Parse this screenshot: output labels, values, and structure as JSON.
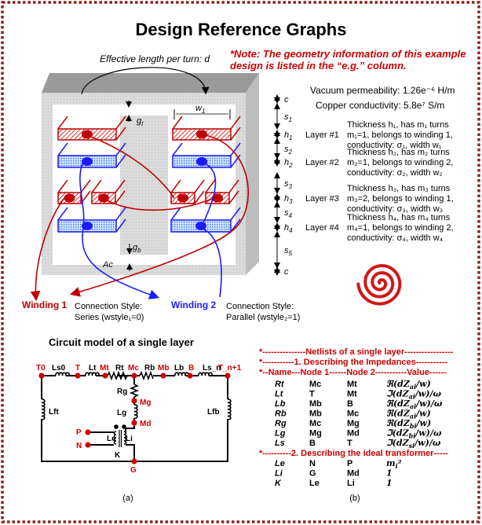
{
  "title": "Design Reference Graphs",
  "note": {
    "line1": "*Note: The geometry information of this example",
    "line2": "design is listed in the “e.g.” column."
  },
  "effective_length": "Effective length per turn: d",
  "constants": {
    "vacuum": "Vacuum permeability: 1.26e⁻⁶ H/m",
    "copper": "Copper conductivity: 5.8e⁷ S/m"
  },
  "core_labels": {
    "gt": {
      "base": "g",
      "sub": "t"
    },
    "gb": {
      "base": "g",
      "sub": "b"
    },
    "ac": "Ac",
    "w1": {
      "base": "w",
      "sub": "1"
    }
  },
  "dimensions": [
    {
      "base": "c",
      "sub": ""
    },
    {
      "base": "s",
      "sub": "1"
    },
    {
      "base": "h",
      "sub": "1"
    },
    {
      "base": "s",
      "sub": "2"
    },
    {
      "base": "h",
      "sub": "2"
    },
    {
      "base": "s",
      "sub": "3"
    },
    {
      "base": "h",
      "sub": "3"
    },
    {
      "base": "s",
      "sub": "4"
    },
    {
      "base": "h",
      "sub": "4"
    },
    {
      "base": "s",
      "sub": "5"
    },
    {
      "base": "c",
      "sub": ""
    }
  ],
  "layers": [
    {
      "name": "Layer #1",
      "lines": [
        "Thickness h₁, has m₁ turns",
        "m₁=1, belongs to winding 1,",
        "conductivity: σ₁, width w₁"
      ]
    },
    {
      "name": "Layer #2",
      "lines": [
        "Thickness h₂, has m₂ turns",
        "m₂=1, belongs to winding 2,",
        "conductivity: σ₂, width w₂"
      ]
    },
    {
      "name": "Layer #3",
      "lines": [
        "Thickness h₃, has m₃ turns",
        "m₃=2, belongs to winding 1,",
        "conductivity: σ₃, width w₃"
      ]
    },
    {
      "name": "Layer #4",
      "lines": [
        "Thickness h₄, has m₄ turns",
        "m₄=1, belongs to winding 2,",
        "conductivity: σ₄, width w₄"
      ]
    }
  ],
  "windings": {
    "w1": {
      "label": "Winding 1",
      "style_line1": "Connection Style:",
      "style_line2": "Series (wstyle₁=0)"
    },
    "w2": {
      "label": "Winding 2",
      "style_line1": "Connection Style:",
      "style_line2": "Parallel (wstyle₂=1)"
    }
  },
  "circuit": {
    "title": "Circuit model of a single layer",
    "nodes": [
      "T0",
      "T",
      "Mt",
      "Mc",
      "Mb",
      "B",
      "T_n+1",
      "Mg",
      "Md",
      "P",
      "N",
      "G"
    ],
    "elements": [
      "Ls0",
      "Lt",
      "Rt",
      "Rb",
      "Lb",
      "Ls_n",
      "Rg",
      "Lg",
      "Lft",
      "Lfb",
      "Le",
      "Li",
      "K"
    ],
    "caption": "(a)"
  },
  "netlist": {
    "header1": "*---------------Netlists of a single layer-----------------",
    "header2": "*-----------1. Describing the Impedances-----------",
    "header3": "*--Name---Node 1------Node 2-----------Value------",
    "rows": [
      {
        "name": "Rt",
        "n1": "Mc",
        "n2": "Mt",
        "pre": "ℜ(dZ",
        "sub": "ai",
        "post": "/w)"
      },
      {
        "name": "Lt",
        "n1": "T",
        "n2": "Mt",
        "pre": "ℑ(dZ",
        "sub": "ai",
        "post": "/w)/ω"
      },
      {
        "name": "Lb",
        "n1": "Mb",
        "n2": "B",
        "pre": "ℜ(dZ",
        "sub": "ai",
        "post": "/w)/ω"
      },
      {
        "name": "Rb",
        "n1": "Mb",
        "n2": "Mc",
        "pre": "ℜ(dZ",
        "sub": "ai",
        "post": "/w)"
      },
      {
        "name": "Rg",
        "n1": "Mc",
        "n2": "Mg",
        "pre": "ℜ(dZ",
        "sub": "bi",
        "post": "/w)"
      },
      {
        "name": "Lg",
        "n1": "Mg",
        "n2": "Md",
        "pre": "ℑ(dZ",
        "sub": "bi",
        "post": "/w)/ω"
      },
      {
        "name": "Ls",
        "n1": "B",
        "n2": "T",
        "pre": "ℑ(dZ",
        "sub": "si",
        "post": "/w)/ω"
      }
    ],
    "header4": "*----------2. Describing the ideal transformer-----",
    "rows2": [
      {
        "name": "Le",
        "n1": "N",
        "n2": "P",
        "pre": "m",
        "sub": "i",
        "post": "²"
      },
      {
        "name": "Li",
        "n1": "G",
        "n2": "Md",
        "pre": "1",
        "sub": "",
        "post": ""
      },
      {
        "name": "K",
        "n1": "Le",
        "n2": "Li",
        "pre": "1",
        "sub": "",
        "post": ""
      }
    ],
    "caption": "(b)"
  },
  "colors": {
    "winding1": "#c00000",
    "winding2": "#1a1aff",
    "border": "#8b2323",
    "node": "#cc0000"
  }
}
